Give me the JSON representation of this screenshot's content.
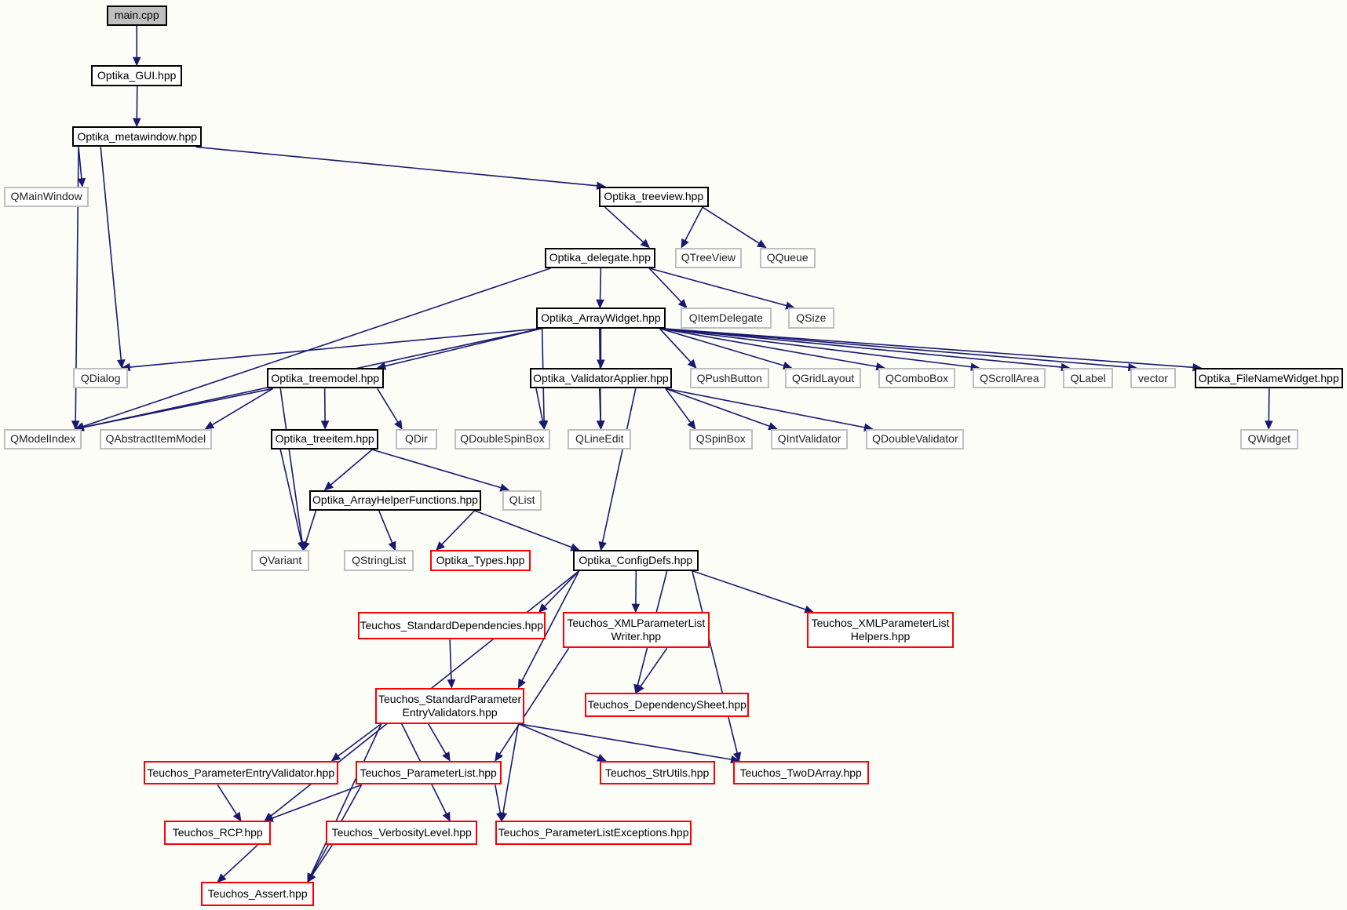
{
  "diagram": {
    "type": "include-dependency-graph",
    "colors": {
      "edge": "#191970",
      "documented_border": "#000000",
      "external_border": "#bfbfbf",
      "truncated_border": "#ff0000",
      "root_fill": "#bfbfbf",
      "background": "#fdfdf8"
    },
    "nodes": [
      {
        "id": "main",
        "label": "main.cpp",
        "kind": "root"
      },
      {
        "id": "gui",
        "label": "Optika_GUI.hpp",
        "kind": "doc"
      },
      {
        "id": "meta",
        "label": "Optika_metawindow.hpp",
        "kind": "doc"
      },
      {
        "id": "qmainwindow",
        "label": "QMainWindow",
        "kind": "ext"
      },
      {
        "id": "treeview",
        "label": "Optika_treeview.hpp",
        "kind": "doc"
      },
      {
        "id": "delegate",
        "label": "Optika_delegate.hpp",
        "kind": "doc"
      },
      {
        "id": "qtreeview",
        "label": "QTreeView",
        "kind": "ext"
      },
      {
        "id": "qqueue",
        "label": "QQueue",
        "kind": "ext"
      },
      {
        "id": "arraywidget",
        "label": "Optika_ArrayWidget.hpp",
        "kind": "doc"
      },
      {
        "id": "qitemdelegate",
        "label": "QItemDelegate",
        "kind": "ext"
      },
      {
        "id": "qsize",
        "label": "QSize",
        "kind": "ext"
      },
      {
        "id": "qdialog",
        "label": "QDialog",
        "kind": "ext"
      },
      {
        "id": "treemodel",
        "label": "Optika_treemodel.hpp",
        "kind": "doc"
      },
      {
        "id": "validatorapplier",
        "label": "Optika_ValidatorApplier.hpp",
        "kind": "doc"
      },
      {
        "id": "qpushbutton",
        "label": "QPushButton",
        "kind": "ext"
      },
      {
        "id": "qgridlayout",
        "label": "QGridLayout",
        "kind": "ext"
      },
      {
        "id": "qcombobox",
        "label": "QComboBox",
        "kind": "ext"
      },
      {
        "id": "qscrollarea",
        "label": "QScrollArea",
        "kind": "ext"
      },
      {
        "id": "qlabel",
        "label": "QLabel",
        "kind": "ext"
      },
      {
        "id": "vector",
        "label": "vector",
        "kind": "ext"
      },
      {
        "id": "filenamewidget",
        "label": "Optika_FileNameWidget.hpp",
        "kind": "doc"
      },
      {
        "id": "qmodelindex",
        "label": "QModelIndex",
        "kind": "ext"
      },
      {
        "id": "qabstractitemmodel",
        "label": "QAbstractItemModel",
        "kind": "ext"
      },
      {
        "id": "treeitem",
        "label": "Optika_treeitem.hpp",
        "kind": "doc"
      },
      {
        "id": "qdir",
        "label": "QDir",
        "kind": "ext"
      },
      {
        "id": "qdoublespinbox",
        "label": "QDoubleSpinBox",
        "kind": "ext"
      },
      {
        "id": "qlineedit",
        "label": "QLineEdit",
        "kind": "ext"
      },
      {
        "id": "qspinbox",
        "label": "QSpinBox",
        "kind": "ext"
      },
      {
        "id": "qintvalidator",
        "label": "QIntValidator",
        "kind": "ext"
      },
      {
        "id": "qdoublevalidator",
        "label": "QDoubleValidator",
        "kind": "ext"
      },
      {
        "id": "qwidget",
        "label": "QWidget",
        "kind": "ext"
      },
      {
        "id": "arrayhelper",
        "label": "Optika_ArrayHelperFunctions.hpp",
        "kind": "doc"
      },
      {
        "id": "qlist",
        "label": "QList",
        "kind": "ext"
      },
      {
        "id": "qvariant",
        "label": "QVariant",
        "kind": "ext"
      },
      {
        "id": "qstringlist",
        "label": "QStringList",
        "kind": "ext"
      },
      {
        "id": "types",
        "label": "Optika_Types.hpp",
        "kind": "trunc"
      },
      {
        "id": "configdefs",
        "label": "Optika_ConfigDefs.hpp",
        "kind": "doc"
      },
      {
        "id": "stddeps",
        "label": "Teuchos_StandardDependencies.hpp",
        "kind": "trunc"
      },
      {
        "id": "xmlwriter",
        "label": "Teuchos_XMLParameterList\nWriter.hpp",
        "kind": "trunc"
      },
      {
        "id": "xmlhelpers",
        "label": "Teuchos_XMLParameterList\nHelpers.hpp",
        "kind": "trunc"
      },
      {
        "id": "stdvalidators",
        "label": "Teuchos_StandardParameter\nEntryValidators.hpp",
        "kind": "trunc"
      },
      {
        "id": "depsheet",
        "label": "Teuchos_DependencySheet.hpp",
        "kind": "trunc"
      },
      {
        "id": "entryvalidator",
        "label": "Teuchos_ParameterEntryValidator.hpp",
        "kind": "trunc"
      },
      {
        "id": "paramlist",
        "label": "Teuchos_ParameterList.hpp",
        "kind": "trunc"
      },
      {
        "id": "strutils",
        "label": "Teuchos_StrUtils.hpp",
        "kind": "trunc"
      },
      {
        "id": "twodarray",
        "label": "Teuchos_TwoDArray.hpp",
        "kind": "trunc"
      },
      {
        "id": "rcp",
        "label": "Teuchos_RCP.hpp",
        "kind": "trunc"
      },
      {
        "id": "verbosity",
        "label": "Teuchos_VerbosityLevel.hpp",
        "kind": "trunc"
      },
      {
        "id": "plexceptions",
        "label": "Teuchos_ParameterListExceptions.hpp",
        "kind": "trunc"
      },
      {
        "id": "assert",
        "label": "Teuchos_Assert.hpp",
        "kind": "trunc"
      }
    ],
    "edges": [
      [
        "main",
        "gui"
      ],
      [
        "gui",
        "meta"
      ],
      [
        "meta",
        "qmainwindow"
      ],
      [
        "meta",
        "treeview"
      ],
      [
        "meta",
        "qdialog"
      ],
      [
        "meta",
        "qmodelindex"
      ],
      [
        "treeview",
        "delegate"
      ],
      [
        "treeview",
        "qtreeview"
      ],
      [
        "treeview",
        "qqueue"
      ],
      [
        "delegate",
        "arraywidget"
      ],
      [
        "delegate",
        "qitemdelegate"
      ],
      [
        "delegate",
        "qsize"
      ],
      [
        "delegate",
        "qmodelindex"
      ],
      [
        "arraywidget",
        "qdialog"
      ],
      [
        "arraywidget",
        "qmodelindex"
      ],
      [
        "arraywidget",
        "treemodel"
      ],
      [
        "arraywidget",
        "validatorapplier"
      ],
      [
        "arraywidget",
        "qdoublespinbox"
      ],
      [
        "arraywidget",
        "qlineedit"
      ],
      [
        "arraywidget",
        "qpushbutton"
      ],
      [
        "arraywidget",
        "qgridlayout"
      ],
      [
        "arraywidget",
        "qcombobox"
      ],
      [
        "arraywidget",
        "qscrollarea"
      ],
      [
        "arraywidget",
        "qlabel"
      ],
      [
        "arraywidget",
        "vector"
      ],
      [
        "arraywidget",
        "filenamewidget"
      ],
      [
        "treemodel",
        "qmodelindex"
      ],
      [
        "treemodel",
        "qabstractitemmodel"
      ],
      [
        "treemodel",
        "treeitem"
      ],
      [
        "treemodel",
        "qdir"
      ],
      [
        "treemodel",
        "qvariant"
      ],
      [
        "treeitem",
        "arrayhelper"
      ],
      [
        "treeitem",
        "qlist"
      ],
      [
        "treeitem",
        "qvariant"
      ],
      [
        "validatorapplier",
        "qdoublespinbox"
      ],
      [
        "validatorapplier",
        "qlineedit"
      ],
      [
        "validatorapplier",
        "qspinbox"
      ],
      [
        "validatorapplier",
        "qintvalidator"
      ],
      [
        "validatorapplier",
        "qdoublevalidator"
      ],
      [
        "validatorapplier",
        "configdefs"
      ],
      [
        "filenamewidget",
        "qwidget"
      ],
      [
        "arrayhelper",
        "qvariant"
      ],
      [
        "arrayhelper",
        "qstringlist"
      ],
      [
        "arrayhelper",
        "types"
      ],
      [
        "arrayhelper",
        "configdefs"
      ],
      [
        "configdefs",
        "stddeps"
      ],
      [
        "configdefs",
        "xmlwriter"
      ],
      [
        "configdefs",
        "xmlhelpers"
      ],
      [
        "configdefs",
        "depsheet"
      ],
      [
        "configdefs",
        "twodarray"
      ],
      [
        "configdefs",
        "stdvalidators"
      ],
      [
        "configdefs",
        "rcp"
      ],
      [
        "stddeps",
        "stdvalidators"
      ],
      [
        "xmlwriter",
        "depsheet"
      ],
      [
        "xmlwriter",
        "paramlist"
      ],
      [
        "stdvalidators",
        "entryvalidator"
      ],
      [
        "stdvalidators",
        "paramlist"
      ],
      [
        "stdvalidators",
        "strutils"
      ],
      [
        "stdvalidators",
        "twodarray"
      ],
      [
        "stdvalidators",
        "verbosity"
      ],
      [
        "stdvalidators",
        "plexceptions"
      ],
      [
        "stdvalidators",
        "assert"
      ],
      [
        "entryvalidator",
        "rcp"
      ],
      [
        "paramlist",
        "rcp"
      ],
      [
        "paramlist",
        "plexceptions"
      ],
      [
        "paramlist",
        "assert"
      ],
      [
        "rcp",
        "assert"
      ],
      [
        "verbosity",
        "assert"
      ]
    ]
  }
}
